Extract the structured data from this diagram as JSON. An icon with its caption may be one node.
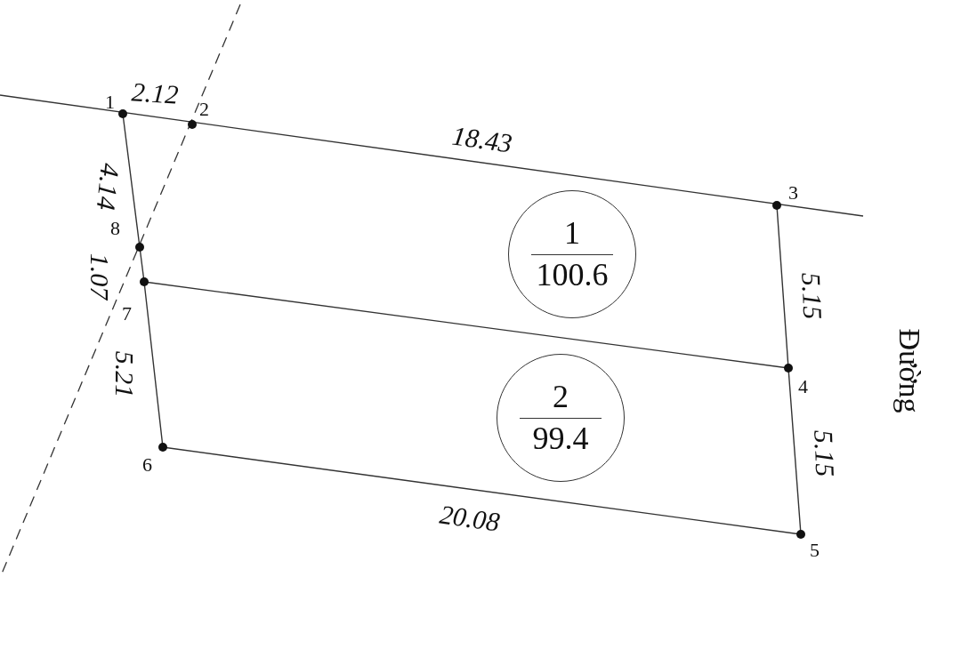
{
  "diagram": {
    "nodes": [
      {
        "text": [
          "1",
          "100.6"
        ]
      },
      {
        "text": [
          "2",
          "99.4"
        ]
      }
    ],
    "labels": [
      "1",
      "2.12",
      "2",
      "18.43",
      "4.14",
      "8",
      "3",
      "1.07",
      "7",
      "5.15",
      "5.21",
      "Đường",
      "4",
      "5.15",
      "6",
      "20.08",
      "5"
    ]
  }
}
